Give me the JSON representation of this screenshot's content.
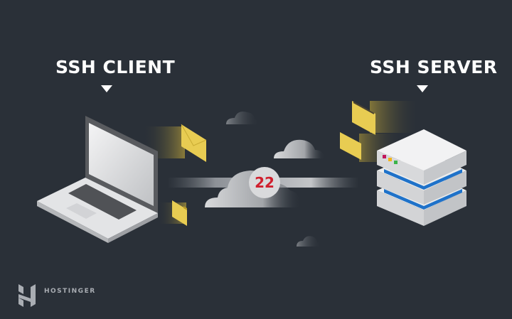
{
  "client": {
    "title": "SSH CLIENT",
    "marker_icon": "triangle-down-icon"
  },
  "server": {
    "title": "SSH SERVER",
    "marker_icon": "triangle-down-icon"
  },
  "connection": {
    "port": "22"
  },
  "brand": {
    "name": "HOSTINGER",
    "logo_icon": "hostinger-h-logo-icon"
  },
  "colors": {
    "background": "#2a3038",
    "accent_yellow": "#e8cc52",
    "port_red": "#d0202e",
    "server_blue": "#1f72c9",
    "led_red": "#c2185b",
    "led_yellow": "#f2b418",
    "led_green": "#3bb44a"
  }
}
